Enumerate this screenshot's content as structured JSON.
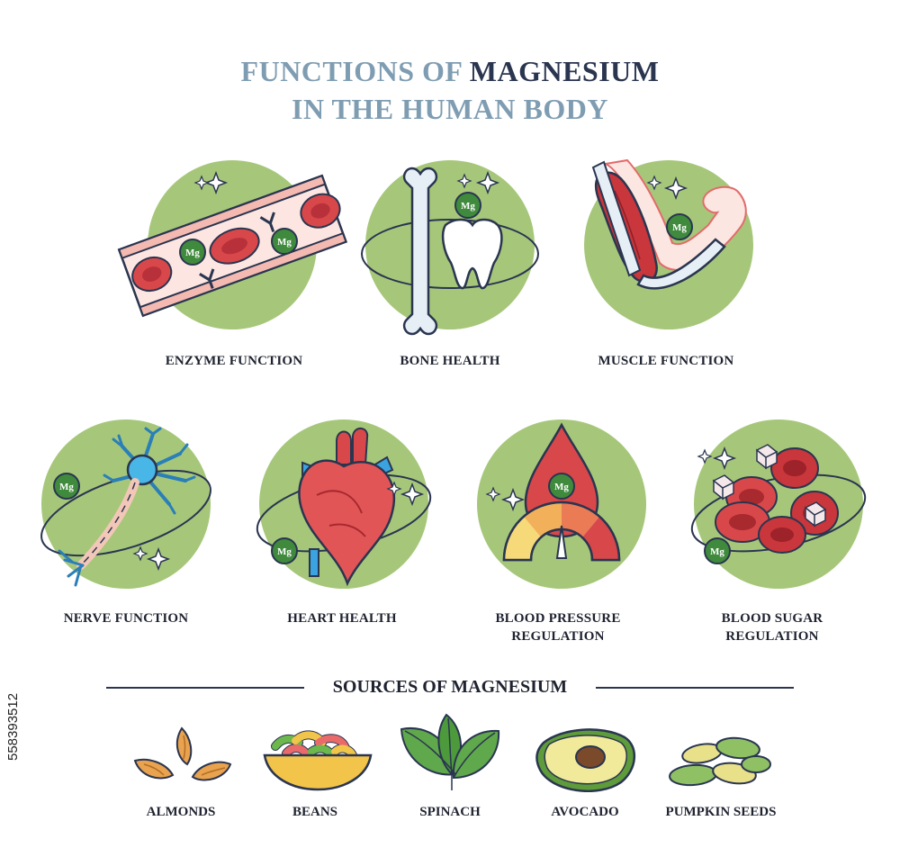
{
  "title": {
    "line1_prefix": "FUNCTIONS OF",
    "line1_highlight": "MAGNESIUM",
    "line2": "IN THE HUMAN BODY"
  },
  "mg_symbol": "Mg",
  "functions": [
    {
      "label": "ENZYME FUNCTION"
    },
    {
      "label": "BONE HEALTH"
    },
    {
      "label": "MUSCLE FUNCTION"
    },
    {
      "label": "NERVE FUNCTION"
    },
    {
      "label": "HEART HEALTH"
    },
    {
      "label_line1": "BLOOD PRESSURE",
      "label_line2": "REGULATION"
    },
    {
      "label_line1": "BLOOD SUGAR",
      "label_line2": "REGULATION"
    }
  ],
  "sources": {
    "title": "SOURCES OF MAGNESIUM",
    "items": [
      {
        "label": "ALMONDS"
      },
      {
        "label": "BEANS"
      },
      {
        "label": "SPINACH"
      },
      {
        "label": "AVOCADO"
      },
      {
        "label": "PUMPKIN SEEDS"
      }
    ]
  },
  "stock_id": "558393512",
  "colors": {
    "circle_green": "#a6c77a",
    "mg_badge": "#3f8a3c",
    "title_light": "#7f9db2",
    "title_dark": "#2a3550",
    "blood_red": "#d8484a"
  },
  "icons": [
    "sparkle-icon",
    "mg-badge-icon",
    "orbit-ring-icon"
  ]
}
